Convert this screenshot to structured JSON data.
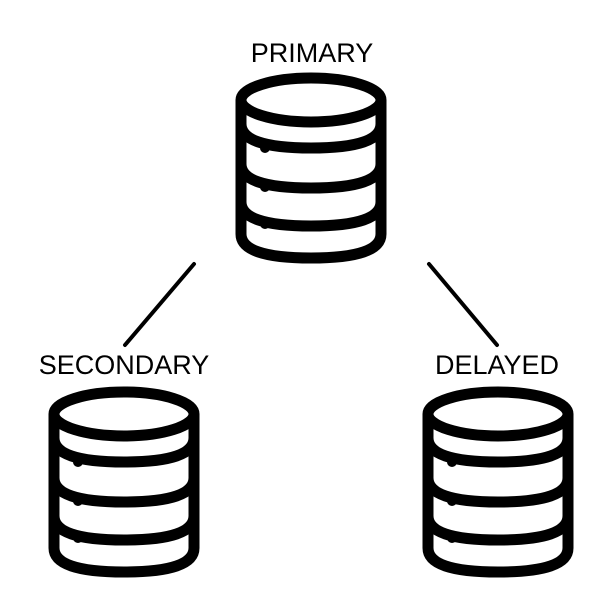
{
  "diagram": {
    "nodes": {
      "primary": {
        "label": "PRIMARY",
        "icon": "database-icon"
      },
      "secondary": {
        "label": "SECONDARY",
        "icon": "database-icon"
      },
      "delayed": {
        "label": "DELAYED",
        "icon": "database-icon"
      }
    },
    "edges": [
      {
        "from": "primary",
        "to": "secondary"
      },
      {
        "from": "primary",
        "to": "delayed"
      }
    ],
    "colors": {
      "stroke": "#000000",
      "fill": "#ffffff",
      "background": "#ffffff"
    }
  }
}
